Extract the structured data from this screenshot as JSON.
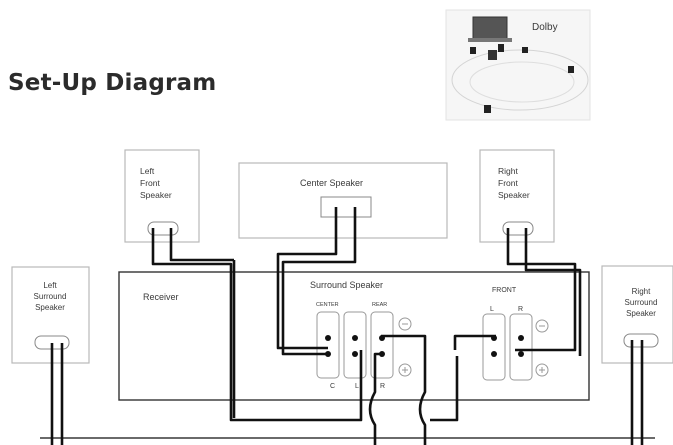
{
  "title": "Set-Up Diagram",
  "inset": {
    "label": "Dolby"
  },
  "speakers": {
    "left_front": [
      "Left",
      "Front",
      "Speaker"
    ],
    "center": "Center Speaker",
    "right_front": [
      "Right",
      "Front",
      "Speaker"
    ],
    "left_surround": [
      "Left",
      "Surround",
      "Speaker"
    ],
    "right_surround": [
      "Right",
      "Surround",
      "Speaker"
    ]
  },
  "receiver": {
    "label": "Receiver",
    "surround_label": "Surround Speaker",
    "center_label": "CENTER",
    "rear_label": "REAR",
    "front_label": "FRONT",
    "front_l": "L",
    "front_r": "R",
    "bottom_c": "C",
    "bottom_l": "L",
    "bottom_r": "R"
  }
}
